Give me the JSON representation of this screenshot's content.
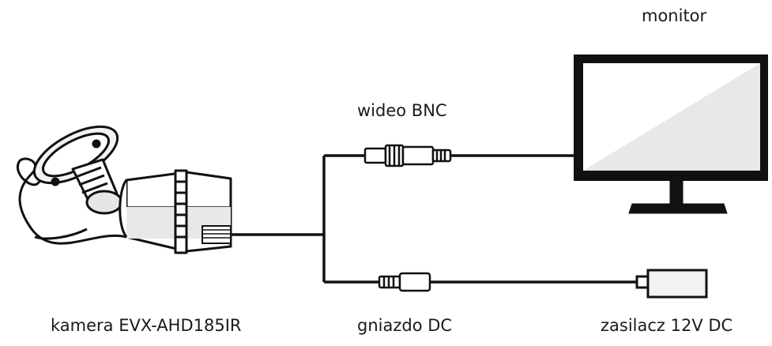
{
  "labels": {
    "monitor": "monitor",
    "video": "wideo BNC",
    "camera": "kamera EVX-AHD185IR",
    "dc_socket": "gniazdo DC",
    "power_supply": "zasilacz 12V DC"
  },
  "colors": {
    "line": "#111111",
    "fill": "#ffffff",
    "shade": "#e6e6e6"
  }
}
